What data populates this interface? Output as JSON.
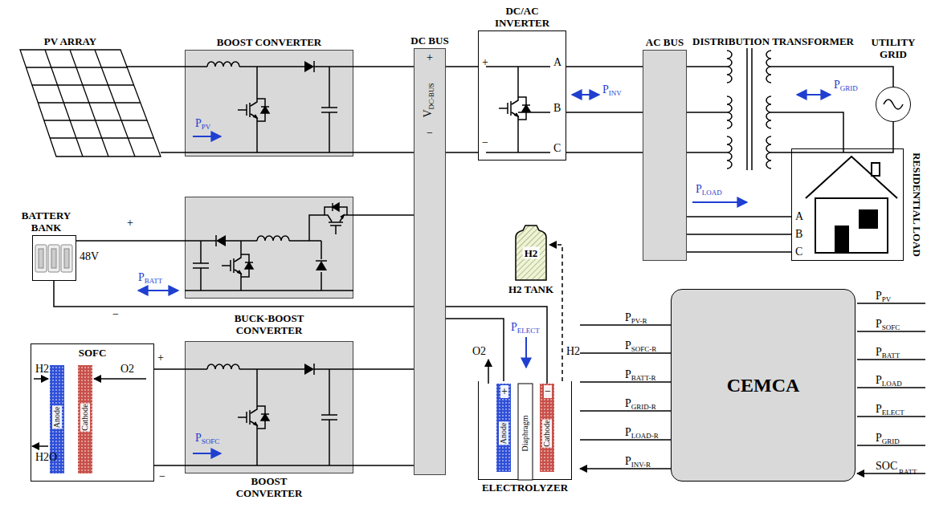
{
  "diagram": {
    "nodes": [
      {
        "text": [
          "PV ARRAY"
        ]
      },
      {
        "text": [
          "BOOST CONVERTER"
        ]
      },
      {
        "text": [
          "DC BUS"
        ]
      },
      {
        "text": [
          "DC/AC INVERTER"
        ]
      },
      {
        "text": [
          "AC BUS"
        ]
      },
      {
        "text": [
          "DISTRIBUTION TRANSFORMER"
        ]
      },
      {
        "text": [
          "UTILITY GRID"
        ]
      },
      {
        "text": [
          "RESIDENTIAL LOAD"
        ]
      },
      {
        "text": [
          "BATTERY BANK"
        ]
      },
      {
        "text": [
          "BUCK-BOOST CONVERTER"
        ]
      },
      {
        "text": [
          "H2",
          "H2 TANK"
        ]
      },
      {
        "text": [
          "SOFC"
        ]
      },
      {
        "text": [
          "BOOST CONVERTER"
        ]
      },
      {
        "text": [
          "ELECTROLYZER"
        ]
      },
      {
        "text": [
          "CEMCA"
        ]
      }
    ],
    "edges": [
      {
        "from": 0,
        "to": 1,
        "arrow": "none"
      },
      {
        "from": 1,
        "to": 2,
        "arrow": "none"
      },
      {
        "from": 2,
        "to": 3,
        "arrow": "none"
      },
      {
        "from": 3,
        "to": 4,
        "arrow": "none"
      },
      {
        "from": 4,
        "to": 5,
        "arrow": "none"
      },
      {
        "from": 5,
        "to": 6,
        "arrow": "none"
      },
      {
        "from": 4,
        "to": 7,
        "arrow": "none"
      },
      {
        "from": 8,
        "to": 9,
        "arrow": "none"
      },
      {
        "from": 9,
        "to": 2,
        "arrow": "none"
      },
      {
        "from": 11,
        "to": 12,
        "arrow": "none"
      },
      {
        "from": 12,
        "to": 2,
        "arrow": "none"
      },
      {
        "from": 2,
        "to": 13,
        "arrow": "none"
      },
      {
        "from": 13,
        "to": 10,
        "arrow": "to"
      }
    ],
    "labels": [
      "PPV",
      "+",
      "VDC-BUS",
      "−",
      "+",
      "A",
      "B",
      "C",
      "−",
      "PINV",
      "PGRID",
      "PLOAD",
      "A",
      "B",
      "C",
      "+",
      "48V",
      "PBATT",
      "−",
      "PELECT",
      "O2",
      "H2",
      "+",
      "−",
      "Anode",
      "Diaphragm",
      "Cathode",
      "H2",
      "O2",
      "H2O",
      "Anode",
      "Cathode",
      "+",
      "−",
      "PSOFC",
      "PPV-R",
      "PSOFC-R",
      "PBATT-R",
      "PGRID-R",
      "PLOAD-R",
      "PINV-R",
      "PPV",
      "PSOFC",
      "PBATT",
      "PLOAD",
      "PELECT",
      "PGRID",
      "SOC",
      "BATT"
    ]
  }
}
